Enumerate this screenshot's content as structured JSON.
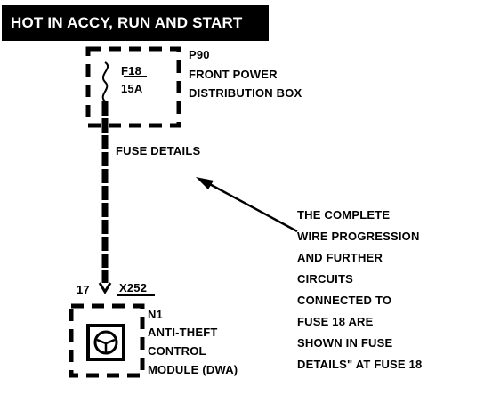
{
  "banner": {
    "text": "HOT IN ACCY, RUN AND START"
  },
  "fuse_box": {
    "id": "P90",
    "name_line1": "FRONT POWER",
    "name_line2": "DISTRIBUTION BOX",
    "fuse_label": "F18",
    "fuse_rating": "15A"
  },
  "fuse_details_label": "FUSE DETAILS",
  "connector": {
    "pin": "17",
    "id": "X252"
  },
  "module": {
    "id": "N1",
    "name_line1": "ANTI-THEFT",
    "name_line2": "CONTROL",
    "name_line3": "MODULE (DWA)"
  },
  "note": {
    "lines": [
      "THE COMPLETE",
      "WIRE PROGRESSION",
      "AND FURTHER",
      "CIRCUITS",
      "CONNECTED TO",
      "FUSE 18 ARE",
      "SHOWN IN FUSE",
      "DETAILS\" AT FUSE 18"
    ]
  }
}
